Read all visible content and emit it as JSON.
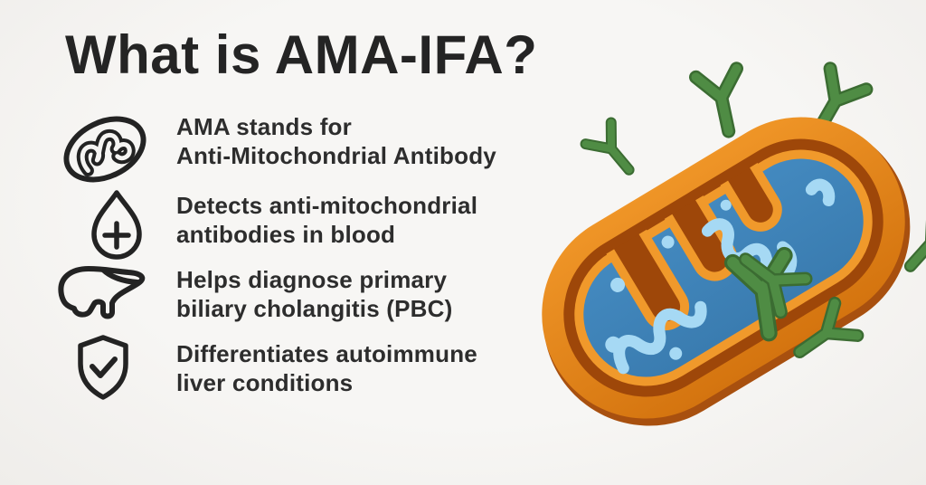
{
  "title": "What is AMA-IFA?",
  "items": [
    {
      "icon": "mitochondria-icon",
      "line1": "AMA stands for",
      "line2": "Anti-Mitochondrial Antibody"
    },
    {
      "icon": "blood-drop-icon",
      "line1": "Detects anti-mitochondrial",
      "line2": "antibodies in blood"
    },
    {
      "icon": "liver-icon",
      "line1": "Helps diagnose primary",
      "line2": "biliary cholangitis (PBC)"
    },
    {
      "icon": "shield-check-icon",
      "line1": "Differentiates autoimmune",
      "line2": "liver conditions"
    }
  ],
  "illustration": {
    "label": "mitochondrion-with-antibodies",
    "antibody_count": 8,
    "colors": {
      "outer_membrane_orange_top": "#EF9527",
      "outer_membrane_orange_bottom": "#D4740F",
      "outer_rim_brown": "#A8500F",
      "intermembrane_brown": "#9E4709",
      "inner_membrane_orange": "#F0992B",
      "matrix_blue_top": "#4389BF",
      "matrix_blue_bottom": "#3A7CB0",
      "cristae_light_blue": "#A6D9F4",
      "antibody_green": "#4F8C44",
      "antibody_green_dark": "#3B6C32"
    }
  },
  "page": {
    "background": "#F6F5F3",
    "title_color": "#242424",
    "body_text_color": "#2D2D2D"
  }
}
